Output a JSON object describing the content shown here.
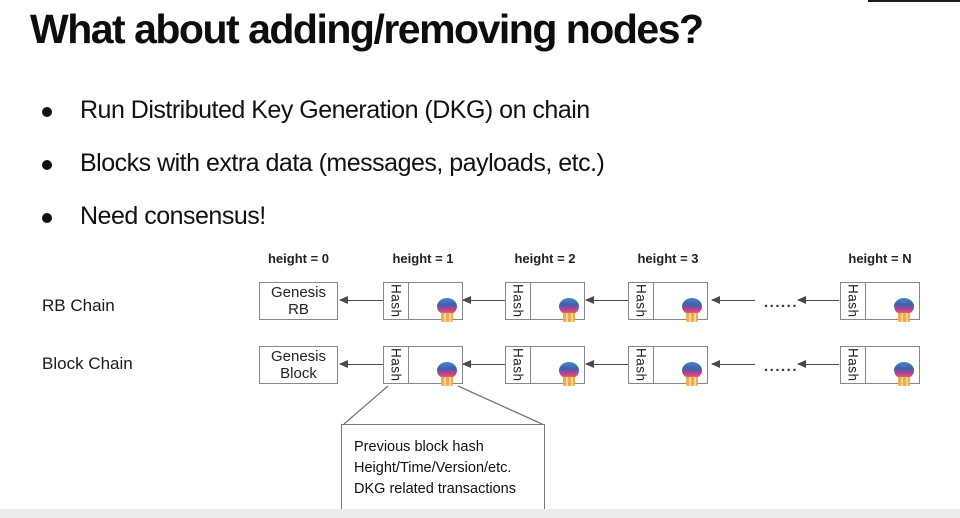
{
  "slide": {
    "title": "What about adding/removing nodes?",
    "bullets": [
      "Run Distributed Key Generation (DKG) on chain",
      "Blocks with extra data (messages, payloads, etc.)",
      "Need consensus!"
    ]
  },
  "diagram": {
    "column_headers": [
      "height = 0",
      "height = 1",
      "height = 2",
      "height = 3",
      "height = N"
    ],
    "row_labels": [
      "RB Chain",
      "Block Chain"
    ],
    "genesis": [
      {
        "line1": "Genesis",
        "line2": "RB"
      },
      {
        "line1": "Genesis",
        "line2": "Block"
      }
    ],
    "hash_label": "Hash",
    "ellipsis": "......",
    "callout_lines": [
      "Previous block hash",
      "Height/Time/Version/etc.",
      "DKG related transactions"
    ],
    "icons": {
      "block_badge": "gradient-ball-icon"
    },
    "colors": {
      "box_border": "#888888",
      "arrow": "#4a4a4a",
      "footer_bar": "#ececec",
      "ball_blue": "#4a86c8",
      "ball_magenta": "#d8457b",
      "ball_orange": "#f2a74b"
    }
  }
}
